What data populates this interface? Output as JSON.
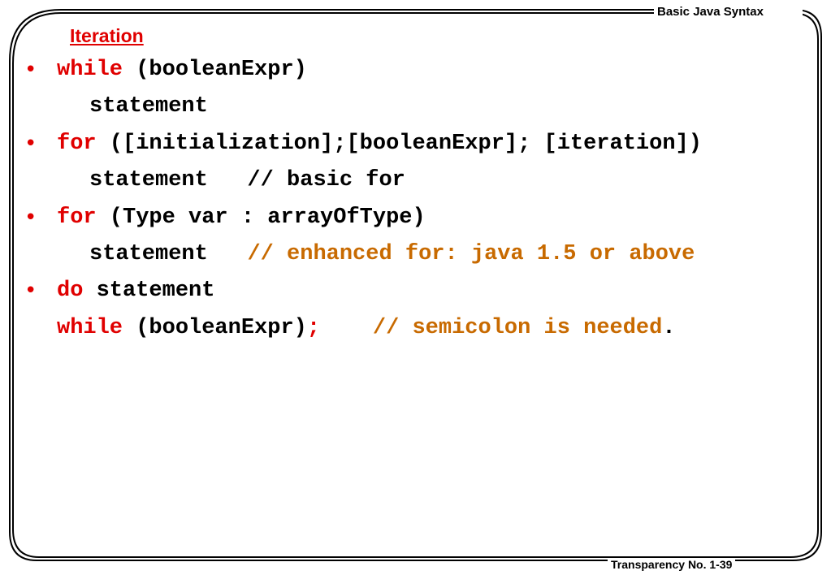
{
  "header": {
    "title": "Basic Java Syntax"
  },
  "footer": {
    "label": "Transparency No. 1-39"
  },
  "slide": {
    "heading": "Iteration",
    "bullet_symbol": "•",
    "lines": [
      {
        "kw": "while",
        "text": " (booleanExpr)"
      },
      {
        "text": "statement"
      },
      {
        "kw": "for",
        "text": " ([initialization];[booleanExpr]; [iteration])"
      },
      {
        "text": "statement   // basic for"
      },
      {
        "kw": "for",
        "text": " (Type var : arrayOfType)"
      },
      {
        "text": "statement   ",
        "comment": "// enhanced for: java 1.5 or above"
      },
      {
        "kw": "do",
        "text": " statement"
      },
      {
        "kw": "while",
        "text": " (booleanExpr)",
        "kw2": ";",
        "spacer": "    ",
        "comment": "// semicolon is needed",
        "tail": "."
      }
    ]
  },
  "colors": {
    "keyword": "#e00000",
    "comment": "#c86a00",
    "heading": "#e00000",
    "text": "#000000"
  }
}
